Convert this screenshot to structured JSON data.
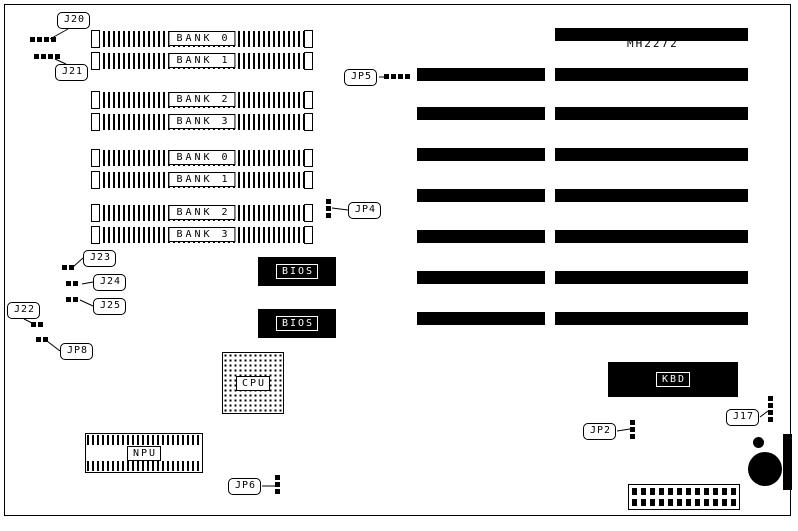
{
  "board": {
    "model_label": "MH2272"
  },
  "simm_groups": [
    {
      "banks": [
        {
          "label": "BANK 0"
        },
        {
          "label": "BANK 1"
        }
      ]
    },
    {
      "banks": [
        {
          "label": "BANK 2"
        },
        {
          "label": "BANK 3"
        }
      ]
    },
    {
      "banks": [
        {
          "label": "BANK 0"
        },
        {
          "label": "BANK 1"
        }
      ]
    },
    {
      "banks": [
        {
          "label": "BANK 2"
        },
        {
          "label": "BANK 3"
        }
      ]
    }
  ],
  "chips": {
    "bios_top": {
      "label": "BIOS"
    },
    "bios_bottom": {
      "label": "BIOS"
    },
    "cpu": {
      "label": "CPU"
    },
    "npu": {
      "label": "NPU"
    },
    "kbd": {
      "label": "KBD"
    }
  },
  "jumpers": {
    "j20": {
      "label": "J20"
    },
    "j21": {
      "label": "J21"
    },
    "jp5": {
      "label": "JP5"
    },
    "jp4": {
      "label": "JP4"
    },
    "j23": {
      "label": "J23"
    },
    "j24": {
      "label": "J24"
    },
    "j25": {
      "label": "J25"
    },
    "j22": {
      "label": "J22"
    },
    "jp8": {
      "label": "JP8"
    },
    "jp2": {
      "label": "JP2"
    },
    "j17": {
      "label": "J17"
    },
    "jp6": {
      "label": "JP6"
    }
  },
  "colors": {
    "ink": "#000000",
    "paper": "#ffffff"
  }
}
